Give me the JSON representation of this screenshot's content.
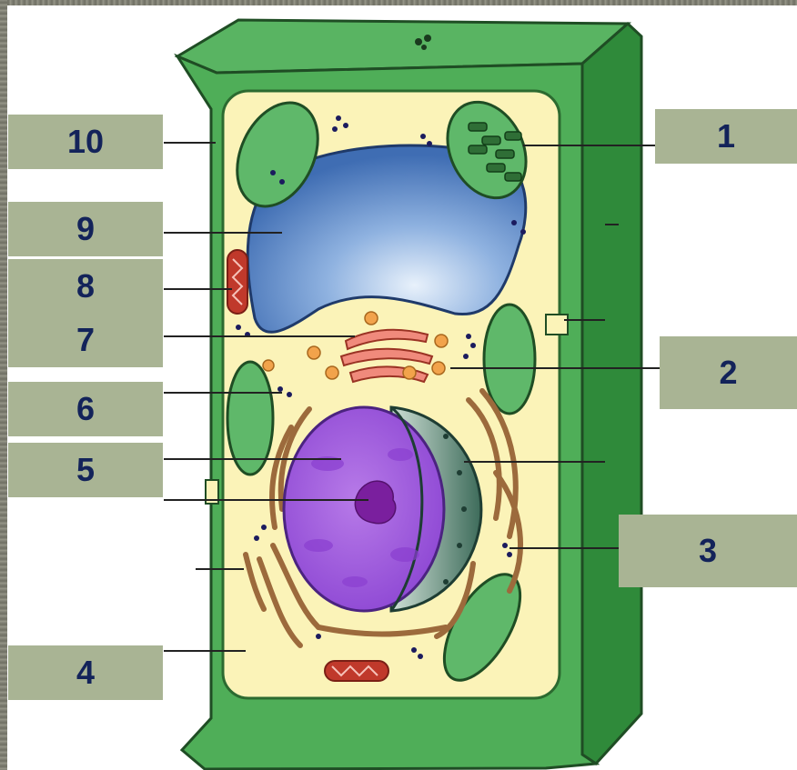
{
  "diagram": {
    "labels": [
      {
        "id": "label-1",
        "text": "1"
      },
      {
        "id": "label-2",
        "text": "2"
      },
      {
        "id": "label-3",
        "text": "3"
      },
      {
        "id": "label-4",
        "text": "4"
      },
      {
        "id": "label-5",
        "text": "5"
      },
      {
        "id": "label-6",
        "text": "6"
      },
      {
        "id": "label-7",
        "text": "7"
      },
      {
        "id": "label-8",
        "text": "8"
      },
      {
        "id": "label-9",
        "text": "9"
      },
      {
        "id": "label-10",
        "text": "10"
      }
    ]
  },
  "colors": {
    "cell_wall": "#3f9e46",
    "cell_wall_dark": "#2f7d38",
    "cytoplasm": "#fbf3b8",
    "vacuole": "#4d7fc4",
    "chloroplast": "#5fb86a",
    "nucleus": "#a45ee0",
    "mitochondria": "#c0392b",
    "label_box": "#a9b494",
    "label_text": "#13235a"
  }
}
